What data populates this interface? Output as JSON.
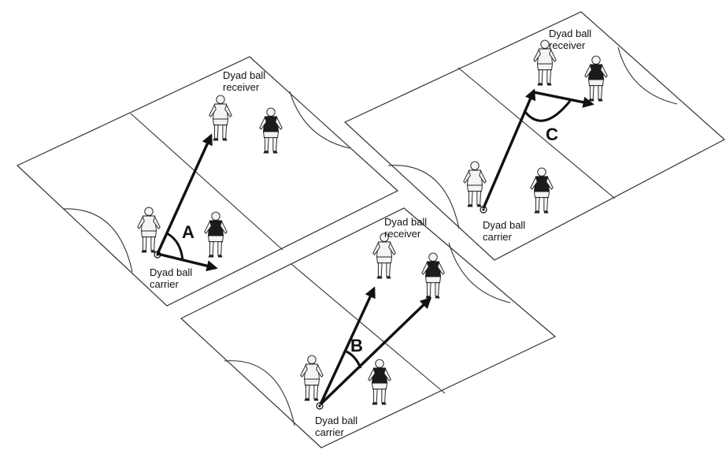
{
  "panels": [
    {
      "id": "A",
      "angle_label": "A",
      "receiver_label": [
        "Dyad ball",
        "receiver"
      ],
      "carrier_label": [
        "Dyad ball",
        "carrier"
      ]
    },
    {
      "id": "B",
      "angle_label": "B",
      "receiver_label": [
        "Dyad ball",
        "receiver"
      ],
      "carrier_label": [
        "Dyad ball",
        "carrier"
      ]
    },
    {
      "id": "C",
      "angle_label": "C",
      "receiver_label": [
        "Dyad ball",
        "receiver"
      ],
      "carrier_label": [
        "Dyad ball",
        "carrier"
      ]
    }
  ]
}
